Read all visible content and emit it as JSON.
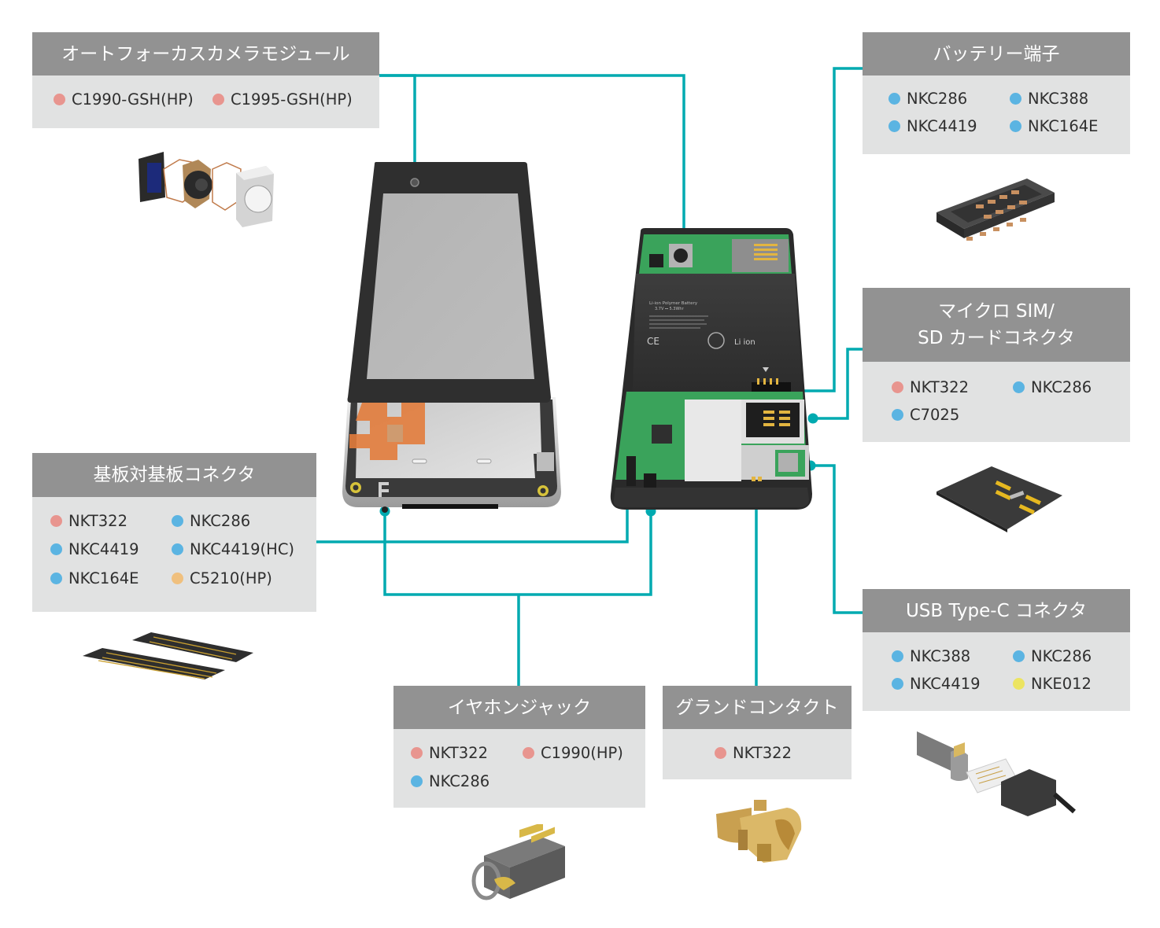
{
  "title": "スマートフォン コネクタ配置図",
  "colors": {
    "line": "#00aab0",
    "panel_header": "#929292",
    "panel_body": "#e1e2e2",
    "pink": "#e8958f",
    "blue": "#5bb4e2",
    "orange": "#f0c07e",
    "yellow": "#ece461"
  },
  "panels": {
    "camera": {
      "title": "オートフォーカスカメラモジュール",
      "items": [
        {
          "label": "C1990-GSH(HP)",
          "color": "pink"
        },
        {
          "label": "C1995-GSH(HP)",
          "color": "pink"
        }
      ],
      "image": "camera-module-icon"
    },
    "battery": {
      "title": "バッテリー端子",
      "items": [
        {
          "label": "NKC286",
          "color": "blue"
        },
        {
          "label": "NKC388",
          "color": "blue"
        },
        {
          "label": "NKC4419",
          "color": "blue"
        },
        {
          "label": "NKC164E",
          "color": "blue"
        }
      ],
      "image": "battery-terminal-icon"
    },
    "sim": {
      "title_line1": "マイクロ SIM/",
      "title_line2": "SD カードコネクタ",
      "items": [
        {
          "label": "NKT322",
          "color": "pink"
        },
        {
          "label": "NKC286",
          "color": "blue"
        },
        {
          "label": "C7025",
          "color": "blue"
        }
      ],
      "image": "sim-card-connector-icon"
    },
    "b2b": {
      "title": "基板対基板コネクタ",
      "items": [
        {
          "label": "NKT322",
          "color": "pink"
        },
        {
          "label": "NKC286",
          "color": "blue"
        },
        {
          "label": "NKC4419",
          "color": "blue"
        },
        {
          "label": "NKC4419(HC)",
          "color": "blue"
        },
        {
          "label": "NKC164E",
          "color": "blue"
        },
        {
          "label": "C5210(HP)",
          "color": "orange"
        }
      ],
      "image": "board-to-board-connector-icon"
    },
    "usb": {
      "title": "USB Type-C コネクタ",
      "items": [
        {
          "label": "NKC388",
          "color": "blue"
        },
        {
          "label": "NKC286",
          "color": "blue"
        },
        {
          "label": "NKC4419",
          "color": "blue"
        },
        {
          "label": "NKE012",
          "color": "yellow"
        }
      ],
      "image": "usb-type-c-connector-icon"
    },
    "earphone": {
      "title": "イヤホンジャック",
      "items": [
        {
          "label": "NKT322",
          "color": "pink"
        },
        {
          "label": "C1990(HP)",
          "color": "pink"
        },
        {
          "label": "NKC286",
          "color": "blue"
        }
      ],
      "image": "earphone-jack-icon"
    },
    "ground": {
      "title": "グランドコンタクト",
      "items": [
        {
          "label": "NKT322",
          "color": "pink"
        }
      ],
      "image": "ground-contact-icon"
    }
  },
  "battery_label": {
    "line1": "Li-ion Polymer Battery",
    "line2": "3.7V ⎓ 5.3Whr",
    "marks": "CE",
    "liion": "Li ion"
  }
}
